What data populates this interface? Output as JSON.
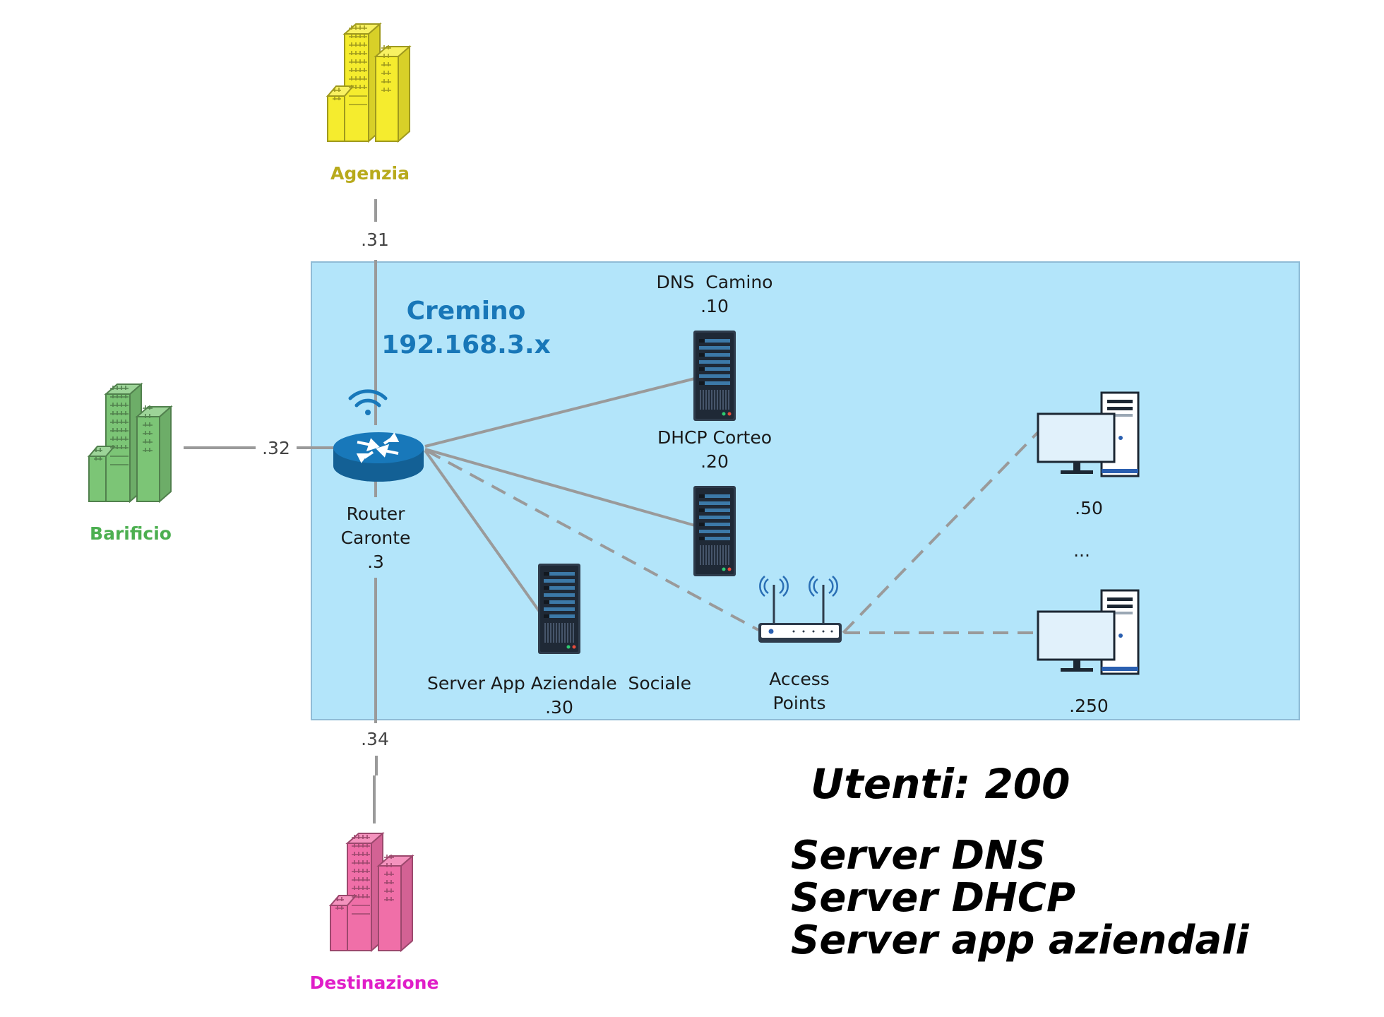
{
  "network": {
    "name": "Cremino",
    "subnet": "192.168.3.x",
    "background": "#b3e5fa",
    "border": "#90bcd6"
  },
  "sites": {
    "agenzia": {
      "label": "Agenzia",
      "ip": ".31",
      "color": "#f5ec2e",
      "text_color": "#b8aa1c"
    },
    "barificio": {
      "label": "Barificio",
      "ip": ".32",
      "color": "#7cc576",
      "text_color": "#4caf50"
    },
    "destinazione": {
      "label": "Destinazione",
      "ip": ".34",
      "color": "#f06fa8",
      "text_color": "#e01ec8"
    }
  },
  "router": {
    "name_line1": "Router",
    "name_line2": "Caronte",
    "ip": ".3",
    "color": "#1878ba"
  },
  "servers": {
    "dns": {
      "name": "DNS  Camino",
      "ip": ".10"
    },
    "dhcp": {
      "name": "DHCP Corteo",
      "ip": ".20"
    },
    "app": {
      "name": "Server App Aziendale  Sociale",
      "ip": ".30"
    }
  },
  "access_point": {
    "line1": "Access",
    "line2": "Points"
  },
  "clients": {
    "first_ip": ".50",
    "ellipsis": "...",
    "last_ip": ".250"
  },
  "summary": {
    "users": "Utenti: 200",
    "services": [
      "Server DNS",
      "Server DHCP",
      "Server app aziendali"
    ]
  },
  "icons": [
    "building-icon",
    "router-icon",
    "wifi-icon",
    "server-icon",
    "access-point-icon",
    "desktop-computer-icon"
  ]
}
